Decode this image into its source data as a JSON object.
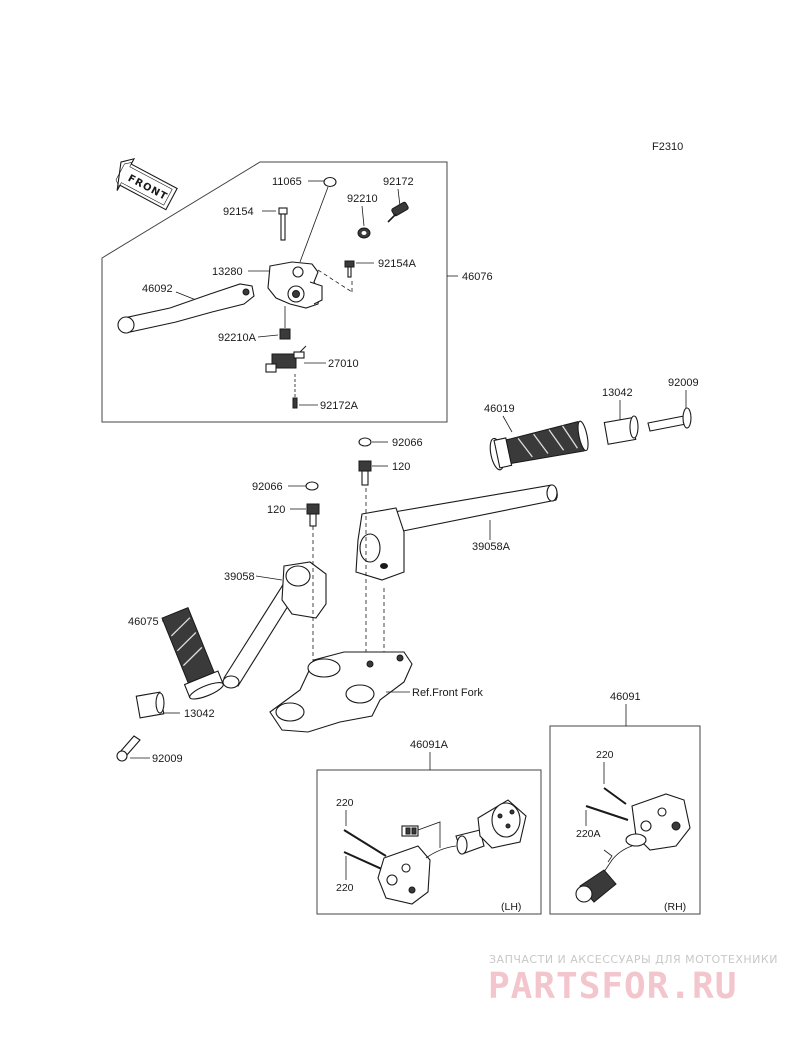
{
  "figure_code": "F2310",
  "front_arrow": "FRONT",
  "callouts": {
    "p11065": "11065",
    "p92172": "92172",
    "p92154": "92154",
    "p92210": "92210",
    "p92154A": "92154A",
    "p13280": "13280",
    "p46076": "46076",
    "p46092": "46092",
    "p92210A": "92210A",
    "p27010": "27010",
    "p92172A": "92172A",
    "p46019": "46019",
    "p13042_top": "13042",
    "p92009_top": "92009",
    "p92066_a": "92066",
    "p120_a": "120",
    "p92066_b": "92066",
    "p120_b": "120",
    "p39058A": "39058A",
    "p39058": "39058",
    "p46075": "46075",
    "p_ref_fork": "Ref.Front Fork",
    "p13042_bottom": "13042",
    "p92009_bottom": "92009",
    "p46091": "46091",
    "p46091A": "46091A",
    "p220_a": "220",
    "p220_b": "220",
    "p220_c": "220",
    "p220A": "220A",
    "lh": "(LH)",
    "rh": "(RH)"
  },
  "watermark": {
    "tagline": "ЗАПЧАСТИ И АКСЕССУАРЫ ДЛЯ МОТОТЕХНИКИ",
    "brand": "PARTSFOR.RU"
  }
}
